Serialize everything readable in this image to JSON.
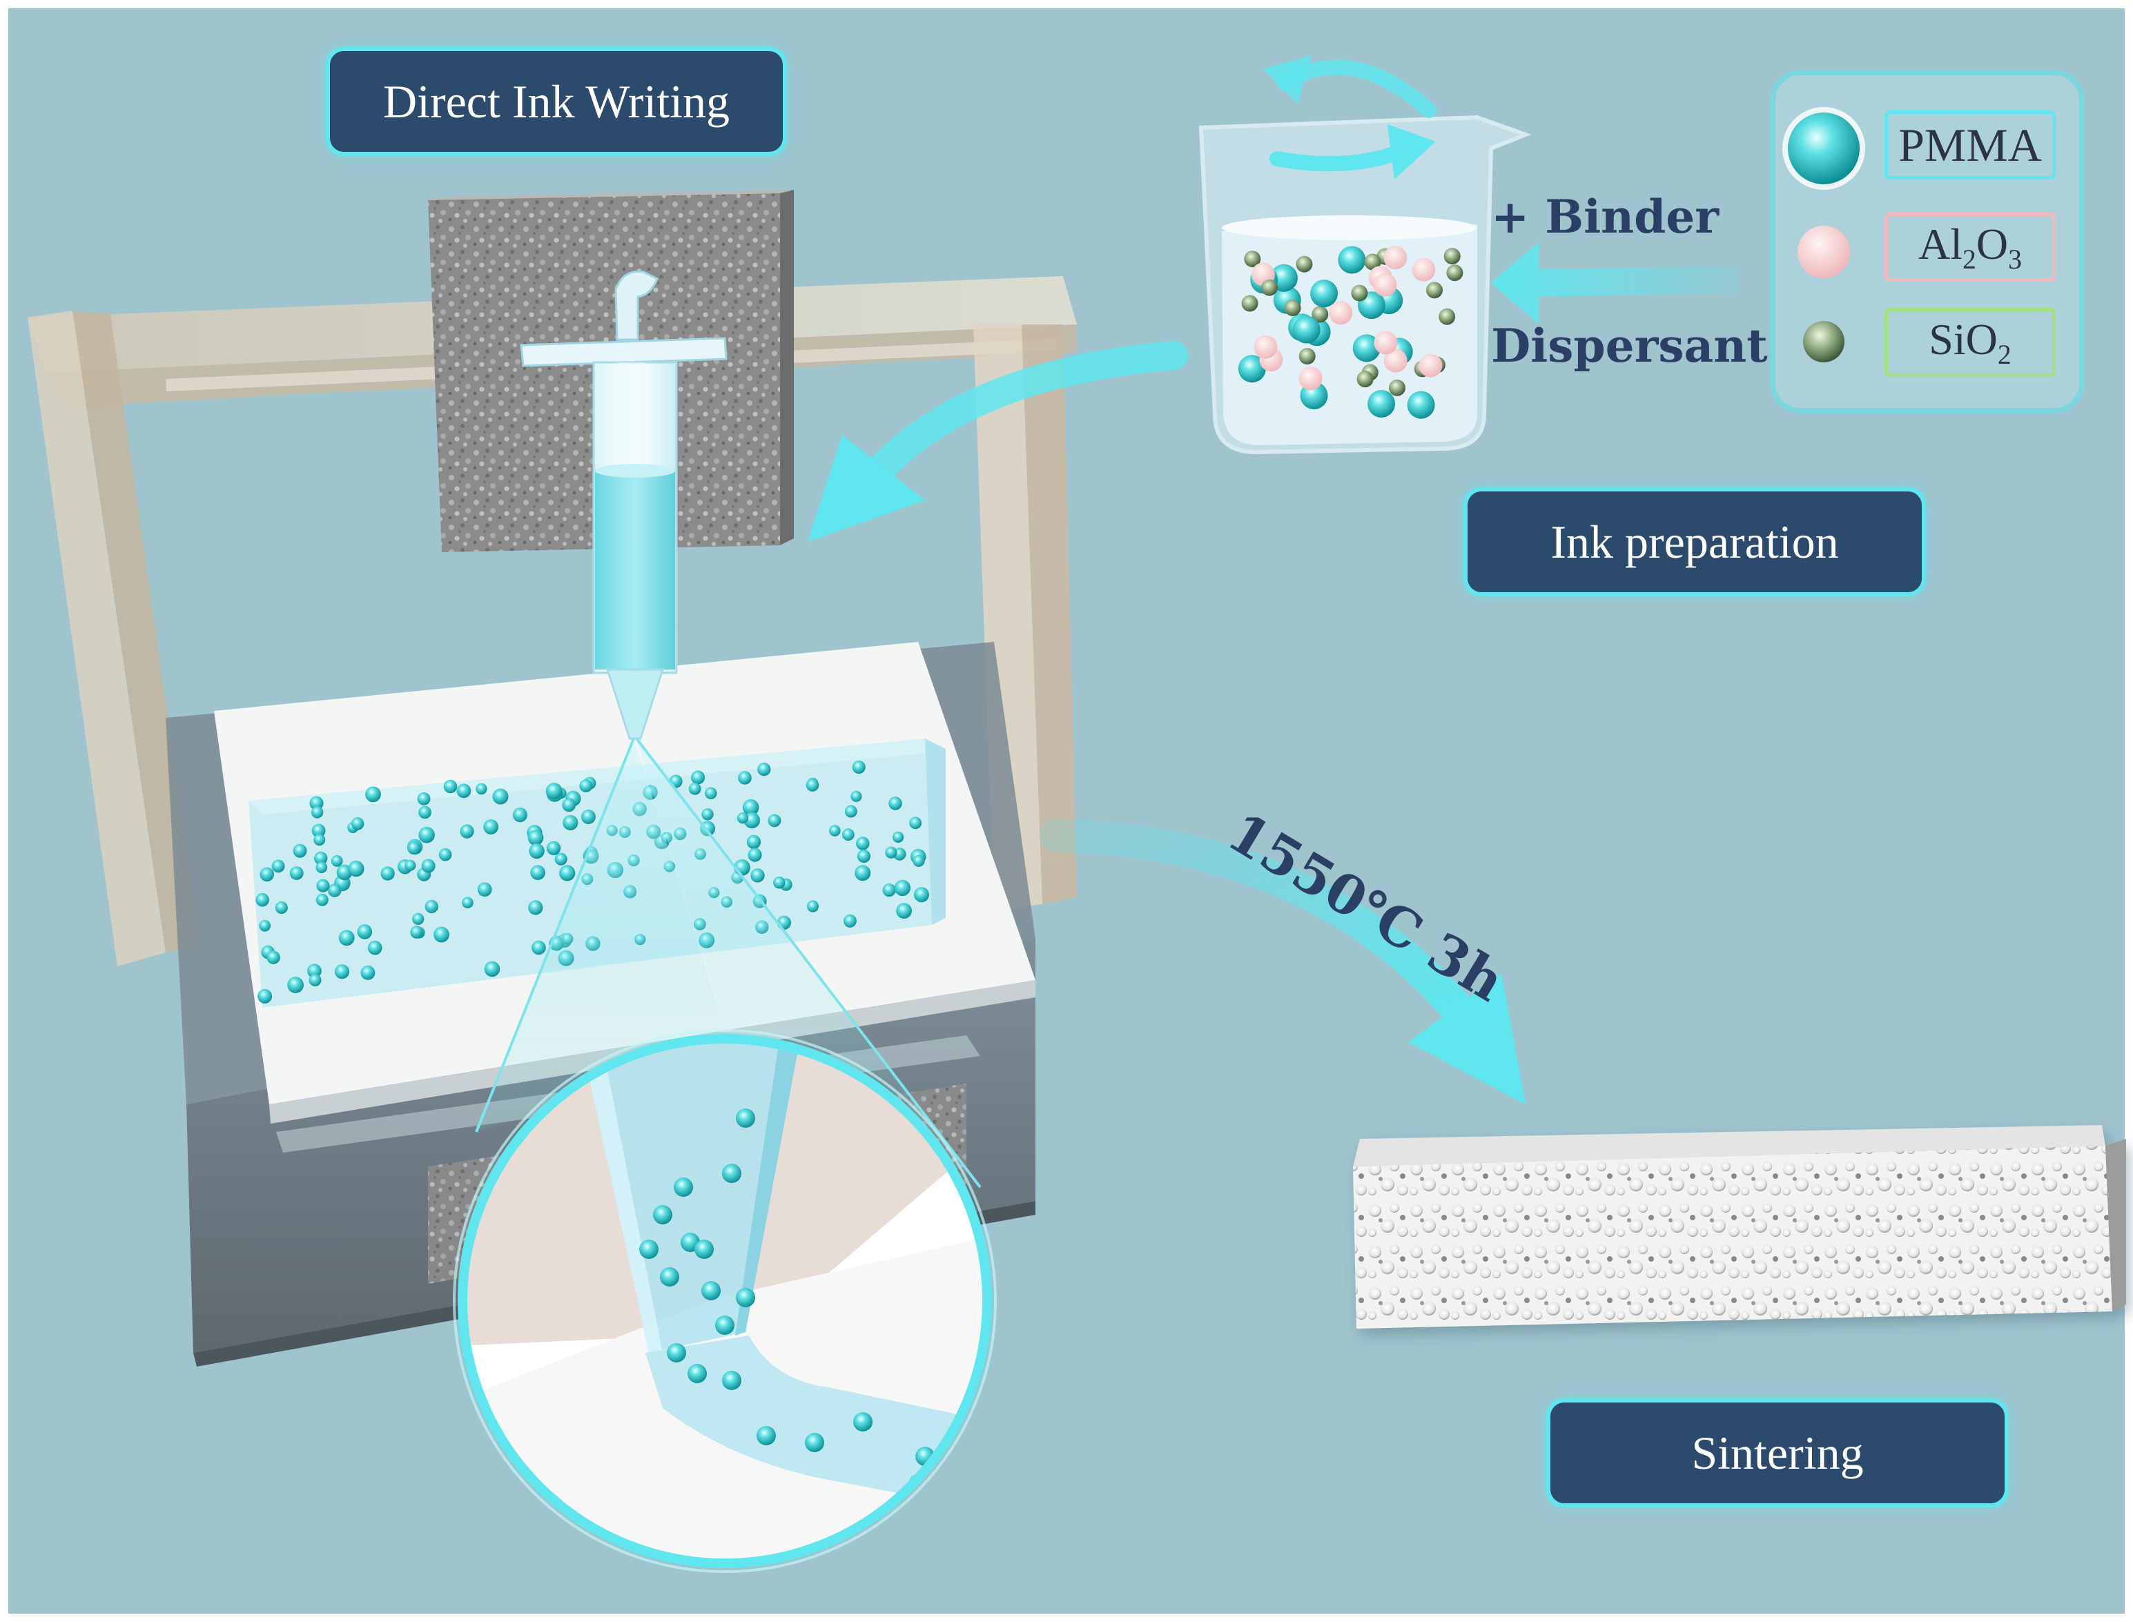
{
  "labels": {
    "direct_ink_writing": "Direct Ink Writing",
    "ink_preparation": "Ink preparation",
    "sintering": "Sintering",
    "binder": "+ Binder",
    "dispersant": "Dispersant",
    "sinter_condition": "1550℃ 3h"
  },
  "legend": {
    "items": [
      {
        "label": "PMMA",
        "formula": [
          {
            "t": "PMMA"
          }
        ],
        "color": "#1ec9cf"
      },
      {
        "label": "Al2O3",
        "formula": [
          {
            "t": "Al"
          },
          {
            "s": "2"
          },
          {
            "t": "O"
          },
          {
            "s": "3"
          }
        ],
        "color": "#f4c4c6"
      },
      {
        "label": "SiO2",
        "formula": [
          {
            "t": "SiO"
          },
          {
            "s": "2"
          }
        ],
        "color": "#7f9a72"
      }
    ]
  },
  "colors": {
    "background": "#9fc4ce",
    "accent": "#5fe6ee",
    "label_fill": "#2c4a6b",
    "pmma": "#1ec9cf",
    "al2o3": "#f4c4c6",
    "sio2": "#7f9a72"
  }
}
